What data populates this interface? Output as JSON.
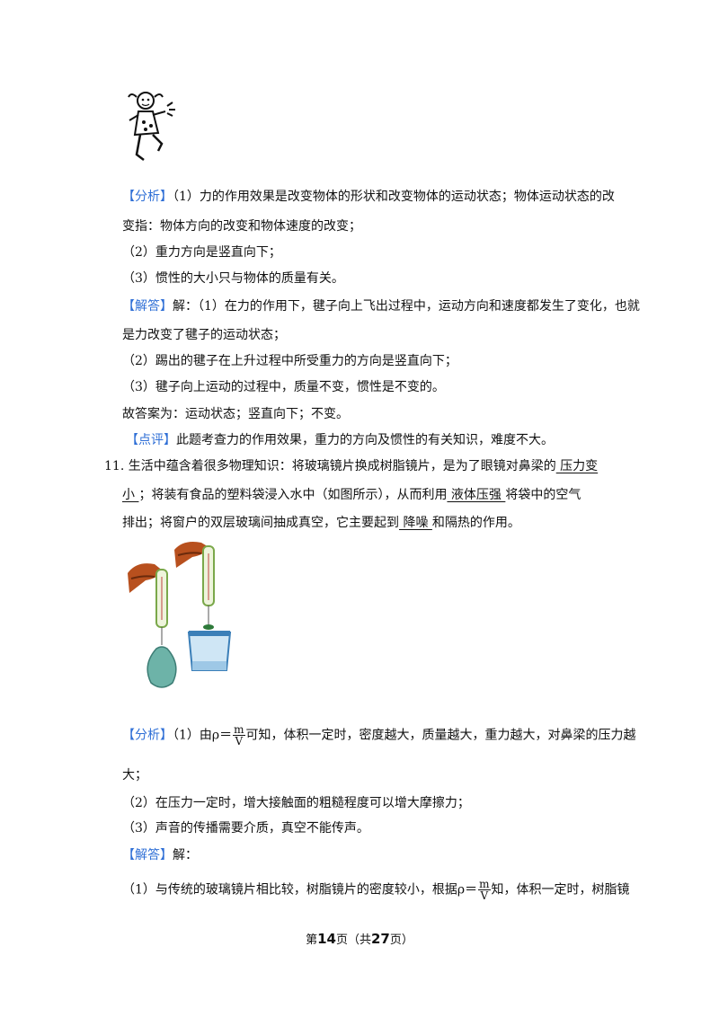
{
  "figures": {
    "shuttlecock_kid": "child-kicking-shuttlecock-illustration",
    "bag_experiment": "plastic-bag-in-water-illustration"
  },
  "answer_block1": {
    "analysis_tag": "【分析】",
    "analysis_l1": "（1）力的作用效果是改变物体的形状和改变物体的运动状态；物体运动状态的改",
    "analysis_l2": "变指：物体方向的改变和物体速度的改变；",
    "analysis_l3": "（2）重力方向是竖直向下；",
    "analysis_l4": "（3）惯性的大小只与物体的质量有关。",
    "solution_tag": "【解答】",
    "solution_l1": "解：（1）在力的作用下，毽子向上飞出过程中，运动方向和速度都发生了变化，也就",
    "solution_l2": "是力改变了毽子的运动状态；",
    "solution_l3": "（2）踢出的毽子在上升过程中所受重力的方向是竖直向下；",
    "solution_l4": "（3）毽子向上运动的过程中，质量不变，惯性是不变的。",
    "answer_line": "故答案为：运动状态；竖直向下；不变。",
    "comment_tag": "【点评】",
    "comment": "此题考查力的作用效果，重力的方向及惯性的有关知识，难度不大。"
  },
  "question11": {
    "number": "11.",
    "l1_a": "生活中蕴含着很多物理知识：将玻璃镜片换成树脂镜片，是为了眼镜对鼻梁的",
    "blank1_a": "  压力变",
    "blank1_b": "小  ",
    "l2_a": "；将装有食品的塑料袋浸入水中（如图所示），从而利用",
    "blank2": "  液体压强  ",
    "l2_b": "将袋中的空气",
    "l3_a": "排出；将窗户的双层玻璃间抽成真空，它主要起到",
    "blank3": "  降噪  ",
    "l3_b": "和隔热的作用。"
  },
  "answer_block2": {
    "analysis_tag": "【分析】",
    "a_l1_a": "（1）由ρ＝",
    "frac_num": "m",
    "frac_den": "V",
    "a_l1_b": "可知，体积一定时，密度越大，质量越大，重力越大，对鼻梁的压力越",
    "a_l2": "大；",
    "a_l3": "（2）在压力一定时，增大接触面的粗糙程度可以增大摩擦力；",
    "a_l4": "（3）声音的传播需要介质，真空不能传声。",
    "solution_tag": "【解答】",
    "solution_head": "解：",
    "s_l1_a": "（1）与传统的玻璃镜片相比较，树脂镜片的密度较小，根据ρ＝",
    "s_frac_num": "m",
    "s_frac_den": "V",
    "s_l1_b": "知，体积一定时，树脂镜"
  },
  "footer": {
    "prefix": "第",
    "page": "14",
    "middle": "页（共",
    "total": "27",
    "suffix": "页）"
  }
}
